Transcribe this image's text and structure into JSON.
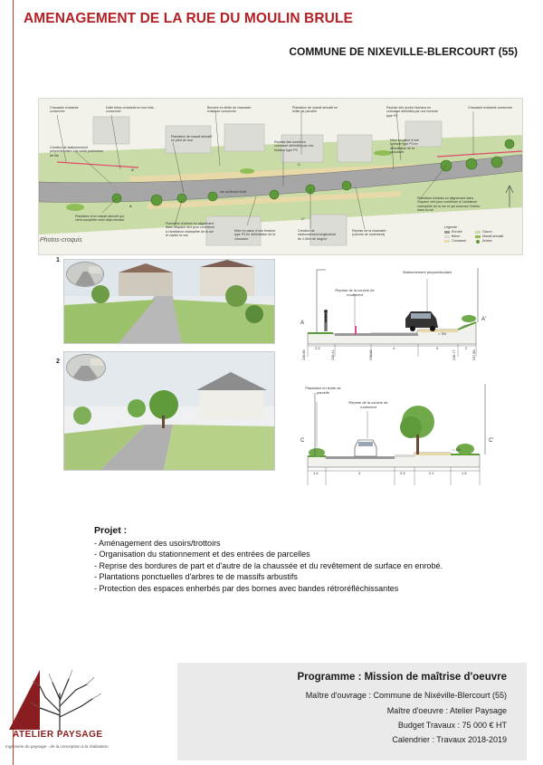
{
  "header": {
    "title": "AMENAGEMENT DE LA RUE DU MOULIN BRULE",
    "commune": "COMMUNE DE NIXEVILLE-BLERCOURT (55)"
  },
  "plan": {
    "annotations": [
      "Chaussée existante conservée",
      "Dalle béton existante en bon état - conservée",
      "Bordure en limite de chaussée existante conservée",
      "Plantation de massif arbustif en limite de parcelle",
      "Reprise des accès riverains en concassé délimités par une bordure type P3",
      "Chaussée existante conservée",
      "Création de stationnement perpendiculaire à la voirie profondeur de 5m",
      "Plantation de massif arbustif en pied de mur",
      "Reprise des usoirs en concassé délimités par une bordure type P3",
      "Mise en place d'une bordure type P3 en délimitation de la chaussée",
      "Plantation d'un massif arbustif qui vient compléter celui déjà existant",
      "Plantation d'arbres en alignement dans l'espace vert pour contribuer à l'ambiance champêtre de la rue et cadrer la vue",
      "Mise en place d'une bordure type P3 en délimitation de la chaussée",
      "Création de stationnement longitudinal de 2,50m de largeur",
      "Reprise de la chaussée (couche de roulement)",
      "Plantation d'arbres en alignement dans l'espace vert pour contribuer à l'ambiance champêtre de la rue et qui annonce l'entrée dans la rue"
    ],
    "street_name": "rue du Moulin Brûlé",
    "legend_title": "Légende :",
    "legend": [
      "Enrobé",
      "Béton",
      "Concassé",
      "Gazon",
      "Massif arbustif",
      "Arbres"
    ]
  },
  "photos": {
    "label": "Photos-croquis",
    "numbers": [
      "1",
      "2"
    ]
  },
  "section_aa": {
    "labels": [
      "Reprise de la couche de roulement",
      "Stationnement perpendiculaire"
    ],
    "ends": [
      "A",
      "A'"
    ],
    "slope": "< 3%",
    "dims": [
      "2.5",
      "4",
      "5",
      "2"
    ],
    "levels": [
      "236.86",
      "236.41",
      "236.82",
      "236.77",
      "237.80"
    ]
  },
  "section_cc": {
    "labels": [
      "Plantation en limite de parcelle",
      "Reprise de la couche de roulement"
    ],
    "ends": [
      "C",
      "C'"
    ],
    "slope": "< 2%",
    "dims": [
      "1.6",
      "4",
      "2.5",
      "2.1",
      "1.6"
    ]
  },
  "projet": {
    "title": "Projet :",
    "items": [
      "- Aménagement des usoirs/trottoirs",
      "- Organisation du stationnement et des entrées de parcelles",
      "- Reprise des bordures de part et d'autre de la chaussée et du revêtement de surface en enrobé.",
      "- Plantations ponctuelles d'arbres te de massifs arbustifs",
      "- Protection des espaces enherbés par des bornes avec bandes rétroréfléchissantes"
    ]
  },
  "info": {
    "programme": "Programme : Mission de maîtrise d'oeuvre",
    "lines": [
      "Maître d'ouvrage : Commune de Nixéville-Blercourt (55)",
      "Maître d'oeuvre : Atelier Paysage",
      "Budget Travaux : 75 000 € HT",
      "Calendrier : Travaux 2018-2019"
    ]
  },
  "logo": {
    "name": "ATELIER PAYSAGE",
    "tagline": "Ingénierie du paysage - de la conception à la réalisation"
  },
  "colors": {
    "title": "#b32025",
    "accent": "#8a1d1f",
    "grass": "#a9c77a",
    "asphalt": "#9a9a9a",
    "gravel": "#e8d9a8",
    "concrete": "#d9d9d4"
  }
}
